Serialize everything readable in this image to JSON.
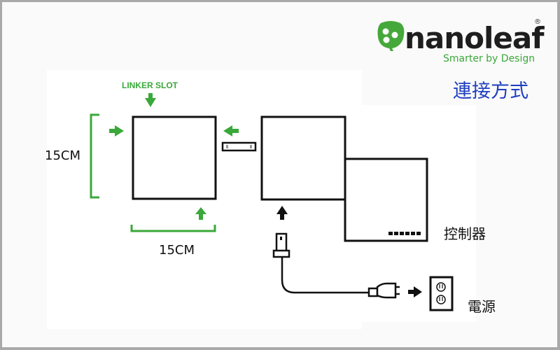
{
  "brand": {
    "logo_icon": "nanoleaf-leaf-icon",
    "name": "nanoleaf",
    "registered_mark": "®",
    "tagline": "Smarter by Design",
    "page_title": "連接方式"
  },
  "diagram": {
    "linker_slot_label": "LINKER SLOT",
    "height_dimension": "15CM",
    "width_dimension": "15CM",
    "controller_label": "控制器",
    "power_label": "電源",
    "colors": {
      "accent_green": "#3aa83a",
      "title_blue": "#1f3fbf",
      "line_black": "#111111"
    },
    "icons": [
      "arrow-down-icon",
      "arrow-right-icon",
      "arrow-left-icon",
      "arrow-up-icon",
      "linker-connector-icon",
      "power-plug-icon",
      "power-outlet-icon"
    ]
  }
}
